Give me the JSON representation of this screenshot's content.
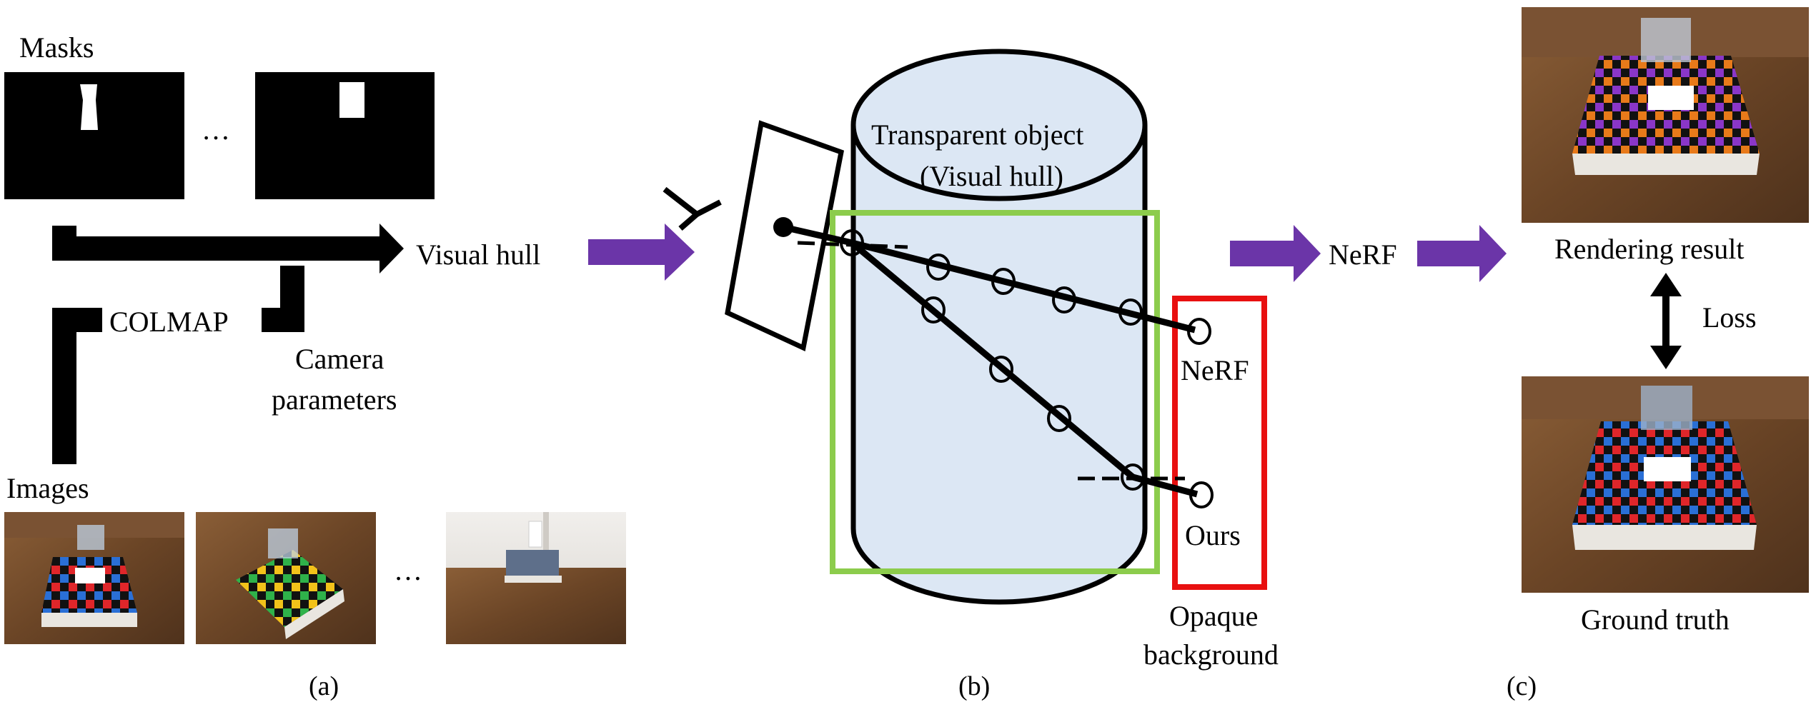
{
  "panel_a": {
    "masks_label": "Masks",
    "ellipsis_masks": "…",
    "visual_hull_label": "Visual hull",
    "colmap_label": "COLMAP",
    "camera_params_line1": "Camera",
    "camera_params_line2": "parameters",
    "images_label": "Images",
    "ellipsis_images": "…",
    "caption": "(a)"
  },
  "panel_b": {
    "object_line1": "Transparent object",
    "object_line2": "(Visual hull)",
    "nerf_label": "NeRF",
    "ours_label": "Ours",
    "background_line1": "Opaque",
    "background_line2": "background",
    "caption": "(b)"
  },
  "middle": {
    "nerf_label": "NeRF"
  },
  "panel_c": {
    "rendering_label": "Rendering result",
    "loss_label": "Loss",
    "gt_label": "Ground truth",
    "caption": "(c)"
  },
  "colors": {
    "purple_arrow": "#6b35a8",
    "cylinder_fill": "#dce7f4",
    "green_box": "#8ccc4c",
    "red_box": "#e81010",
    "wood": "#6b4a2c",
    "backdrop": "#e8e6e2"
  }
}
